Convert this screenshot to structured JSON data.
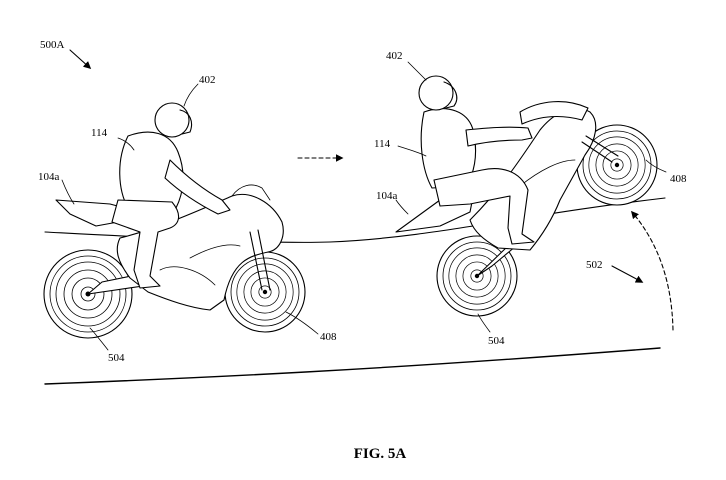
{
  "figure": {
    "caption": "FIG. 5A",
    "labels": {
      "fig_ref": "500A",
      "helmet_left": "402",
      "rider_left": "114",
      "seat_left": "104a",
      "rear_wheel_left": "504",
      "front_wheel_left": "408",
      "helmet_right": "402",
      "rider_right": "114",
      "seat_right": "104a",
      "rear_wheel_right": "504",
      "front_wheel_right": "408",
      "ramp_ref": "502"
    }
  }
}
